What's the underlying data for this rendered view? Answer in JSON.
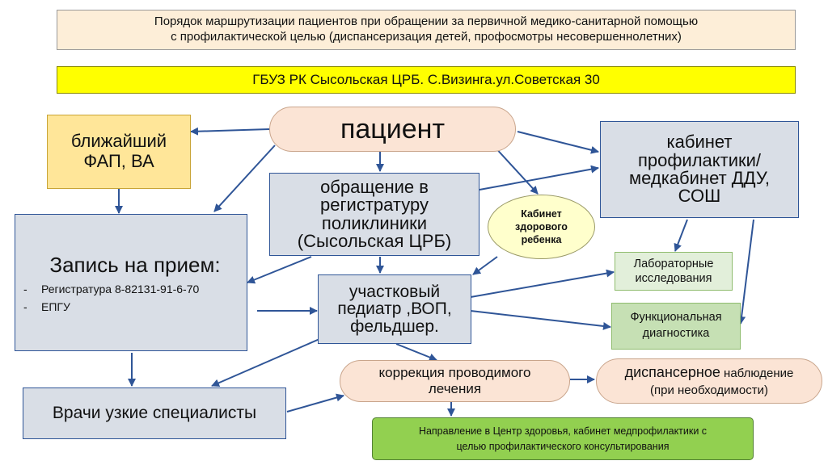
{
  "title": {
    "line1": "Порядок маршрутизации пациентов при обращении за первичной медико-санитарной помощью",
    "line2": "с профилактической целью (диспансеризация детей, профосмотры несовершеннолетних)"
  },
  "organization": "ГБУЗ РК Сысольская ЦРБ. С.Визинга.ул.Советская 30",
  "nodes": {
    "patient": "пациент",
    "fap": {
      "line1": "ближайший",
      "line2": "ФАП, ВА"
    },
    "registry": {
      "line1": "обращение в",
      "line2": "регистратуру",
      "line3": "поликлиники",
      "line4": "(Сысольская ЦРБ)"
    },
    "prevention_office": {
      "line1": "кабинет",
      "line2": "профилактики/",
      "line3": "медкабинет ДДУ,",
      "line4": "СОШ"
    },
    "healthy_child": {
      "line1": "Кабинет",
      "line2": "здорового",
      "line3": "ребенка"
    },
    "appointment": {
      "title": "Запись на прием:",
      "items": [
        {
          "bullet": "-",
          "text": "Регистратура 8-82131-91-6-70"
        },
        {
          "bullet": "-",
          "text": "ЕПГУ"
        }
      ]
    },
    "pediatrician": {
      "line1": "участковый",
      "line2": "педиатр ,ВОП,",
      "line3": "фельдшер."
    },
    "lab": {
      "line1": "Лабораторные",
      "line2": "исследования"
    },
    "functional": {
      "line1": "Функциональная",
      "line2": "диагностика"
    },
    "specialists": "Врачи узкие специалисты",
    "correction": {
      "line1": "коррекция проводимого",
      "line2": "лечения"
    },
    "dispensary": {
      "line1a": "диспансерное",
      "line1b": " наблюдение",
      "line2": "(при необходимости)"
    },
    "health_center": {
      "line1": "Направление в Центр здоровья, кабинет медпрофилактики с",
      "line2": "целью профилактического консультирования"
    }
  },
  "colors": {
    "arrow": "#2f5597",
    "title_bg": "#fdeed8",
    "org_bg": "#ffff00",
    "slate_bg": "#d9dee6",
    "fap_bg": "#ffe699",
    "oval_bg": "#fbe4d5",
    "circle_bg": "#ffffcc",
    "lightgreen_bg": "#e2efda",
    "green_bg": "#92d050"
  }
}
